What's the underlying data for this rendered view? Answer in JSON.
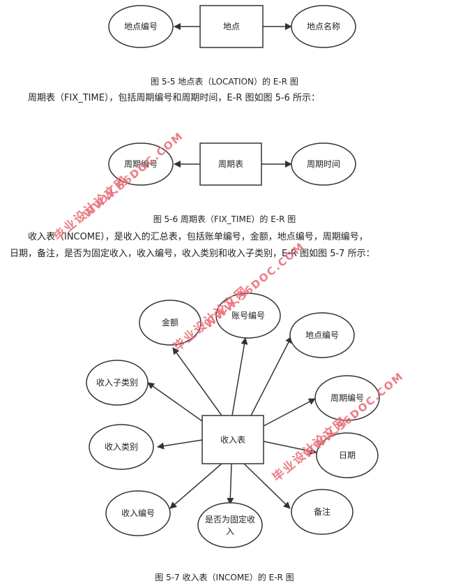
{
  "diagram1": {
    "entity": "地点",
    "attributes": [
      "地点编号",
      "地点名称"
    ],
    "caption": "图 5-5 地点表（LOCATION）的 E-R 图"
  },
  "para1": "周期表（FIX_TIME），包括周期编号和周期时间，E-R 图如图 5-6 所示：",
  "diagram2": {
    "entity": "周期表",
    "attributes": [
      "周期编号",
      "周期时间"
    ],
    "caption": "图 5-6 周期表（FIX_TIME）的 E-R 图"
  },
  "para2": {
    "line1": "收入表（INCOME），是收入的汇总表，包括账单编号，金额，地点编号，周期编号，",
    "line2": "日期，备注，是否为固定收入，收入编号，收入类别和收入子类别，E-R 图如图 5-7 所示："
  },
  "diagram3": {
    "entity": "收入表",
    "attributes": {
      "amount": "金额",
      "bill_no": "账号编号",
      "location_no": "地点编号",
      "sub_category": "收入子类别",
      "period_no": "周期编号",
      "category": "收入类别",
      "date": "日期",
      "income_no": "收入编号",
      "is_fixed_line1": "是否为固定收",
      "is_fixed_line2": "入",
      "remark": "备注"
    },
    "caption": "图 5-7 收入表（INCOME）的 E-R 图"
  },
  "watermark": {
    "cn": "毕业设计论文网",
    "url": "WWW.56DOC.COM",
    "color": "#e8707a"
  }
}
